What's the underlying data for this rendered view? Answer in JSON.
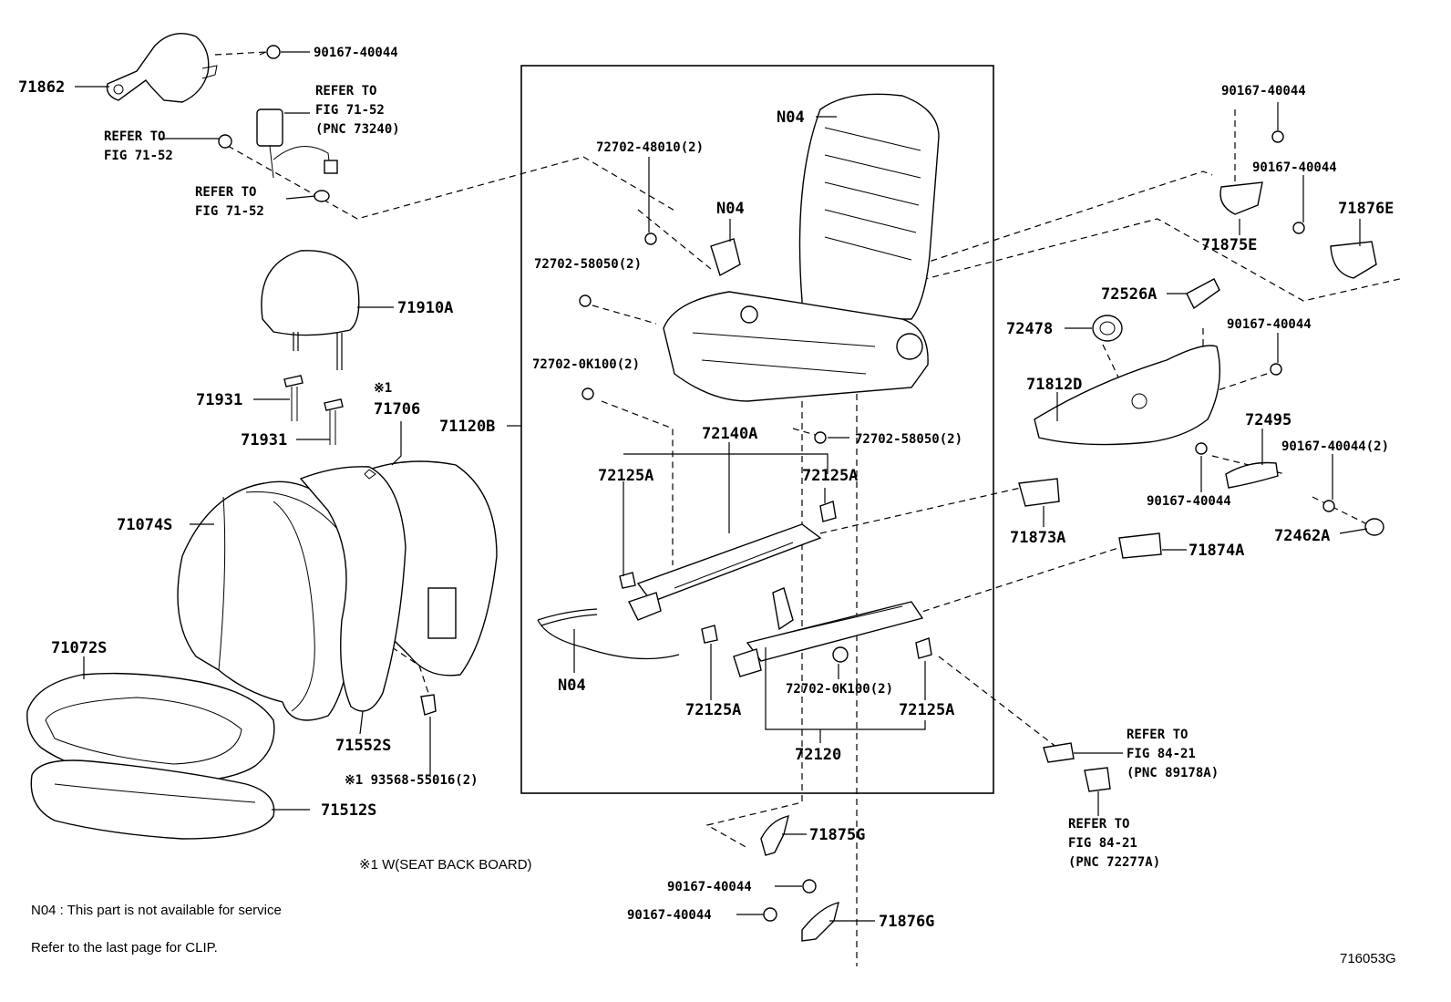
{
  "labels": {
    "p71862": "71862",
    "p90167_a": "90167-40044",
    "refer1_l1": "REFER TO",
    "refer1_l2": "FIG 71-52",
    "refer1_l3": "(PNC 73240)",
    "refer2_l1": "REFER TO",
    "refer2_l2": "FIG 71-52",
    "refer3_l1": "REFER TO",
    "refer3_l2": "FIG 71-52",
    "p71910A": "71910A",
    "p71931_a": "71931",
    "p71931_b": "71931",
    "mark1_top": "※1",
    "p71706": "71706",
    "p71120B": "71120B",
    "p71074S": "71074S",
    "p71072S": "71072S",
    "p71552S": "71552S",
    "p93568": "※1 93568-55016(2)",
    "p71512S": "71512S",
    "note_w": "※1 W(SEAT BACK BOARD)",
    "note_n04": "N04 : This part is not available for service",
    "note_clip": "Refer to the last page for CLIP.",
    "n04_top": "N04",
    "p72702_48010": "72702-48010(2)",
    "n04_mid": "N04",
    "p72702_58050_a": "72702-58050(2)",
    "p72702_0K100_a": "72702-0K100(2)",
    "p72140A": "72140A",
    "p72125A_a": "72125A",
    "p72125A_b": "72125A",
    "p72702_58050_b": "72702-58050(2)",
    "n04_bottom": "N04",
    "p72702_0K100_b": "72702-0K100(2)",
    "p72125A_c": "72125A",
    "p72125A_d": "72125A",
    "p72120": "72120",
    "p71875G": "71875G",
    "p90167_g1": "90167-40044",
    "p90167_g2": "90167-40044",
    "p71876G": "71876G",
    "p90167_r1": "90167-40044",
    "p90167_r2": "90167-40044",
    "p71876E": "71876E",
    "p71875E": "71875E",
    "p72526A": "72526A",
    "p72478": "72478",
    "p90167_r3": "90167-40044",
    "p71812D": "71812D",
    "p72495": "72495",
    "p90167_r4": "90167-40044(2)",
    "p90167_r5": "90167-40044",
    "p72462A": "72462A",
    "p71873A": "71873A",
    "p71874A": "71874A",
    "refer4_l1": "REFER TO",
    "refer4_l2": "FIG 84-21",
    "refer4_l3": "(PNC 89178A)",
    "refer5_l1": "REFER TO",
    "refer5_l2": "FIG 84-21",
    "refer5_l3": "(PNC 72277A)",
    "figure_id": "716053G"
  }
}
